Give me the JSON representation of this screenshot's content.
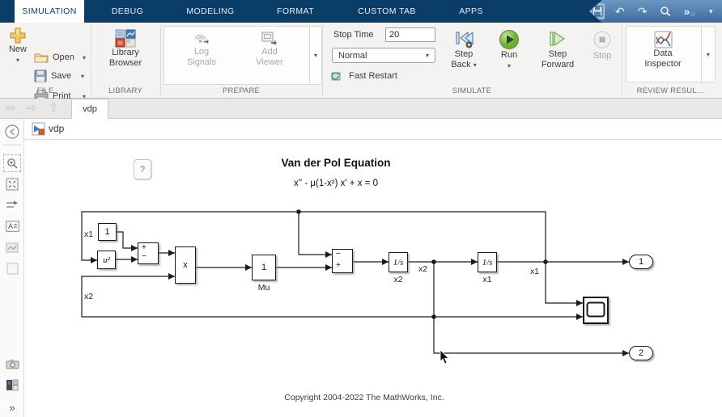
{
  "topbar": {
    "tabs": [
      {
        "label": "SIMULATION",
        "active": true
      },
      {
        "label": "DEBUG",
        "active": false
      },
      {
        "label": "MODELING",
        "active": false
      },
      {
        "label": "FORMAT",
        "active": false
      },
      {
        "label": "CUSTOM TAB",
        "active": false
      },
      {
        "label": "APPS",
        "active": false
      }
    ],
    "colors": {
      "bar": "#0b3d69",
      "active_tab_bg": "#ffffff",
      "quick_access": "#4f80b0"
    }
  },
  "icons": {
    "dropdown": "▾",
    "undo": "↶",
    "redo": "↷",
    "more": "»",
    "star": "☆",
    "nav_back": "⇦",
    "nav_fwd": "⇨",
    "nav_up": "⇧",
    "expand": "»"
  },
  "ribbon": {
    "file": {
      "new": "New",
      "open": "Open",
      "save": "Save",
      "print": "Print",
      "label": "FILE"
    },
    "library": {
      "line1": "Library",
      "line2": "Browser",
      "label": "LIBRARY"
    },
    "prepare": {
      "log1": "Log",
      "log2": "Signals",
      "add1": "Add",
      "add2": "Viewer",
      "label": "PREPARE"
    },
    "simulate": {
      "stop_time_label": "Stop Time",
      "stop_time_value": "20",
      "mode": "Normal",
      "fast_restart": "Fast Restart",
      "step_back1": "Step",
      "step_back2": "Back",
      "run": "Run",
      "step_fwd1": "Step",
      "step_fwd2": "Forward",
      "stop": "Stop",
      "label": "SIMULATE"
    },
    "review": {
      "di1": "Data",
      "di2": "Inspector",
      "label": "REVIEW RESUL..."
    }
  },
  "tabstrip": {
    "doc_tab": "vdp"
  },
  "breadcrumb": {
    "model": "vdp"
  },
  "diagram": {
    "help": "?",
    "title": "Van der Pol Equation",
    "equation": "x'' - μ(1-x²) x' + x = 0",
    "blocks": {
      "const": "1",
      "square": "u²",
      "sum1_plus": "+",
      "sum1_minus": "−",
      "product": "x",
      "gain": "1",
      "gain_label": "Mu",
      "sum2_minus": "−",
      "sum2_plus": "+",
      "int1": "1/s",
      "int1_label": "x2",
      "int2": "1/s",
      "int2_label": "x1",
      "out1": "1",
      "out2": "2"
    },
    "wire_labels": {
      "x1_left": "x1",
      "x2_left": "x2",
      "x2_mid": "x2",
      "x1_right": "x1"
    },
    "copyright": "Copyright 2004-2022 The MathWorks, Inc."
  }
}
